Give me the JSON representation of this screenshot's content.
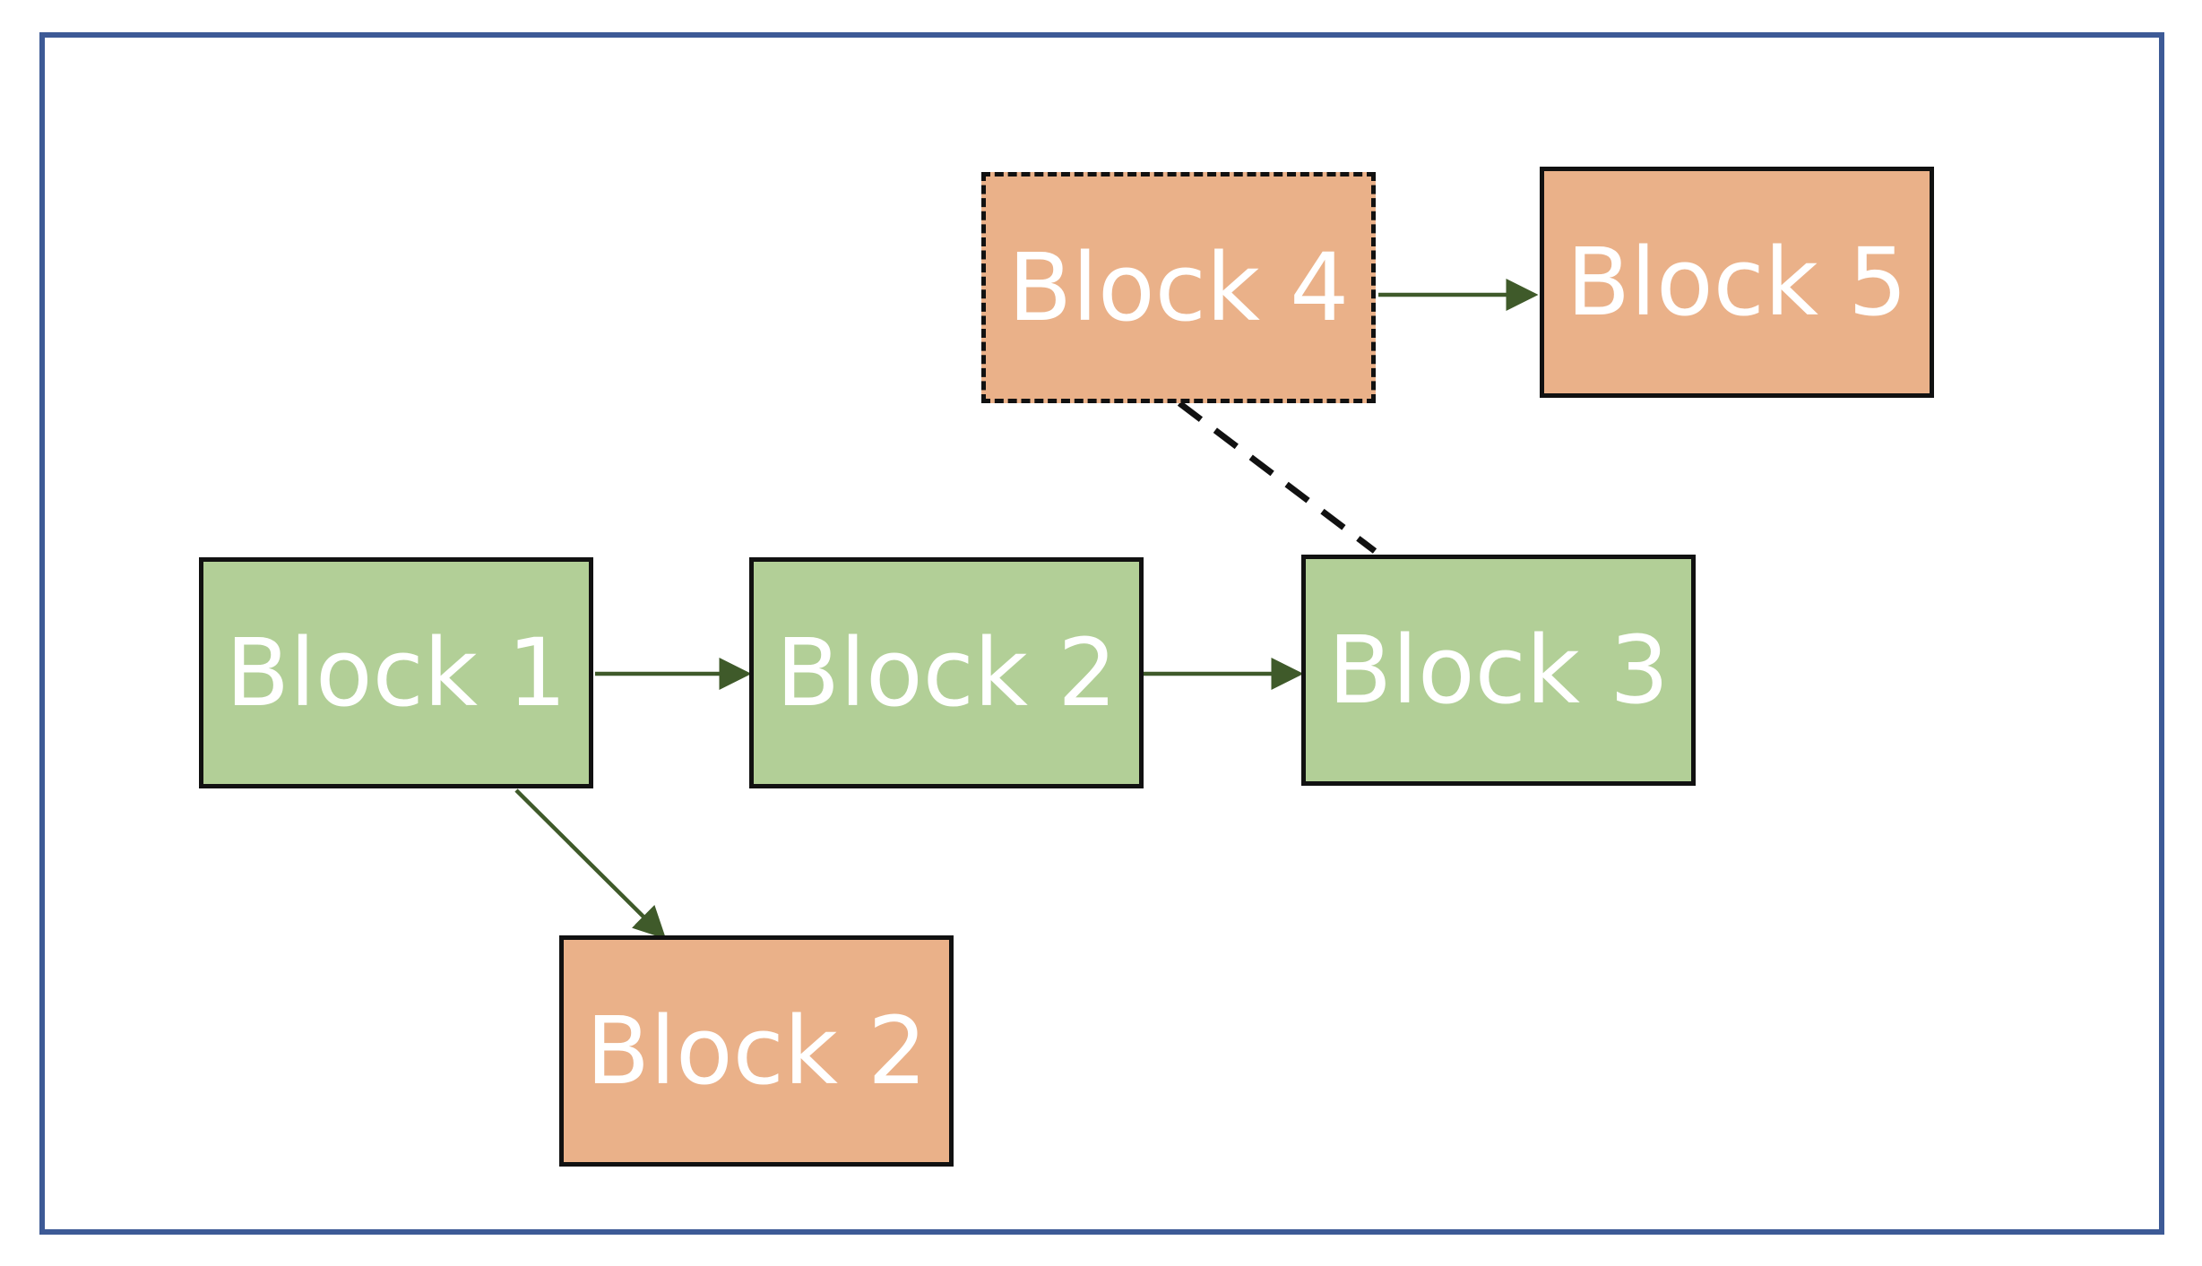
{
  "colors": {
    "frame_border": "#3d5a96",
    "green_block": "#b2cf97",
    "orange_block": "#eab189",
    "arrow": "#3f5a2a",
    "block_border": "#111111",
    "label_text": "#ffffff"
  },
  "blocks": {
    "block1": {
      "label": "Block 1",
      "color": "green"
    },
    "block2": {
      "label": "Block 2",
      "color": "green"
    },
    "block3": {
      "label": "Block 3",
      "color": "green"
    },
    "block2b": {
      "label": "Block 2",
      "color": "orange"
    },
    "block4": {
      "label": "Block 4",
      "color": "orange",
      "border": "dashed"
    },
    "block5": {
      "label": "Block 5",
      "color": "orange"
    }
  },
  "connections": [
    {
      "from": "block1",
      "to": "block2",
      "style": "solid-arrow"
    },
    {
      "from": "block2",
      "to": "block3",
      "style": "solid-arrow"
    },
    {
      "from": "block1",
      "to": "block2b",
      "style": "solid-arrow"
    },
    {
      "from": "block4",
      "to": "block5",
      "style": "solid-arrow"
    },
    {
      "from": "block3",
      "to": "block4",
      "style": "dashed-line"
    }
  ]
}
